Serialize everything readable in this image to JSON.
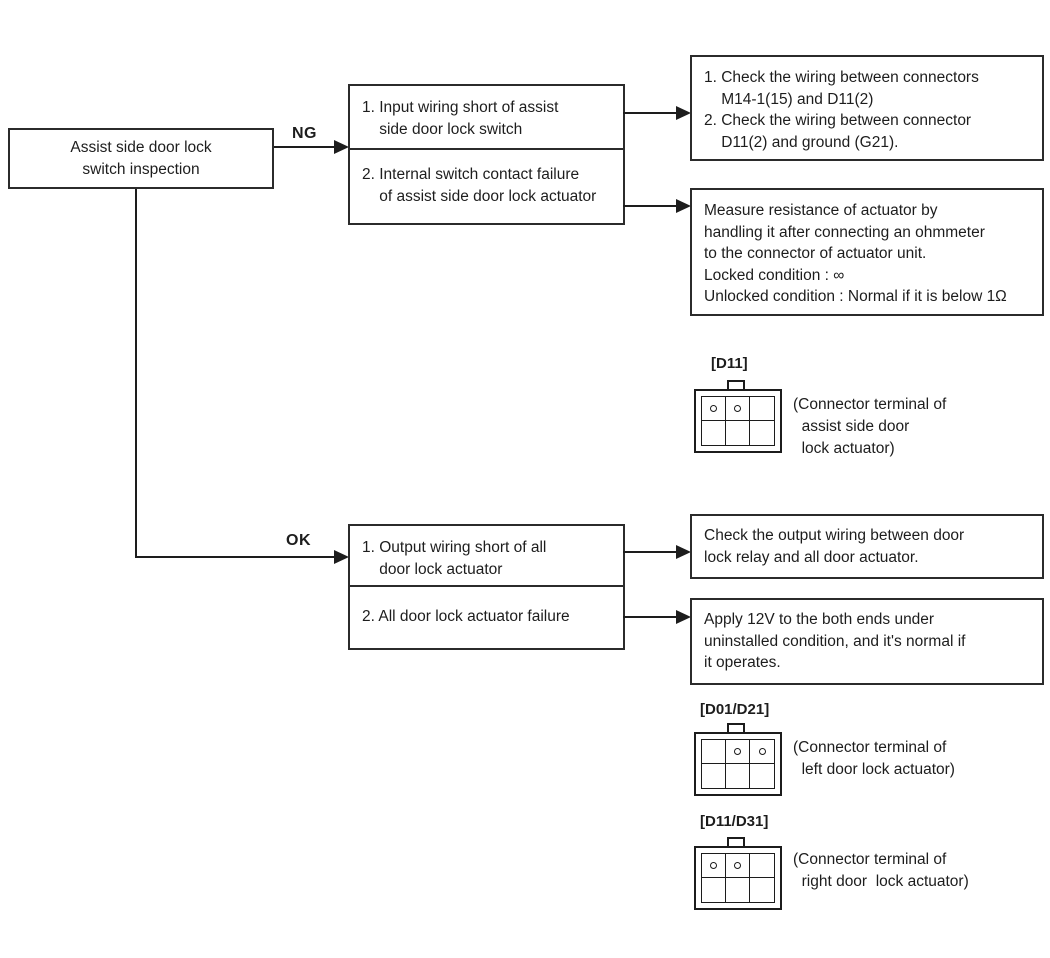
{
  "colors": {
    "line": "#1d1d1d",
    "background": "#ffffff",
    "text": "#1d1d1d"
  },
  "root_box": {
    "lines": [
      "Assist side door lock",
      "switch inspection"
    ]
  },
  "branches": {
    "ng": {
      "label": "NG",
      "causes": [
        {
          "lines": [
            "1. Input wiring short of assist",
            "    side door lock switch"
          ]
        },
        {
          "lines": [
            "2. Internal switch contact failure",
            "    of assist side door lock actuator"
          ]
        }
      ],
      "actions": [
        {
          "lines": [
            "1. Check the wiring between connectors",
            "    M14-1(15) and D11(2)",
            "2. Check the wiring between connector",
            "    D11(2) and ground (G21)."
          ]
        },
        {
          "lines": [
            "Measure resistance of actuator by",
            "handling it after connecting an ohmmeter",
            "to the connector of actuator unit.",
            "Locked condition : ∞",
            "Unlocked condition : Normal if it is below 1Ω"
          ]
        }
      ]
    },
    "ok": {
      "label": "OK",
      "causes": [
        {
          "lines": [
            "1. Output wiring short of all",
            "    door lock actuator"
          ]
        },
        {
          "lines": [
            "2. All door lock actuator failure"
          ]
        }
      ],
      "actions": [
        {
          "lines": [
            "Check the output wiring between door",
            "lock relay and all door actuator."
          ]
        },
        {
          "lines": [
            "Apply 12V to the both ends under",
            "uninstalled condition, and it's normal if",
            "it operates."
          ]
        }
      ]
    }
  },
  "connectors": [
    {
      "label": "[D11]",
      "caption_lines": [
        "(Connector terminal of",
        "  assist side door",
        "  lock actuator)"
      ],
      "circle_cells": [
        0,
        1
      ]
    },
    {
      "label": "[D01/D21]",
      "caption_lines": [
        "(Connector terminal of",
        "  left door lock actuator)"
      ],
      "circle_cells": [
        1,
        2
      ]
    },
    {
      "label": "[D11/D31]",
      "caption_lines": [
        "(Connector terminal of",
        "  right door  lock actuator)"
      ],
      "circle_cells": [
        0,
        1
      ]
    }
  ]
}
